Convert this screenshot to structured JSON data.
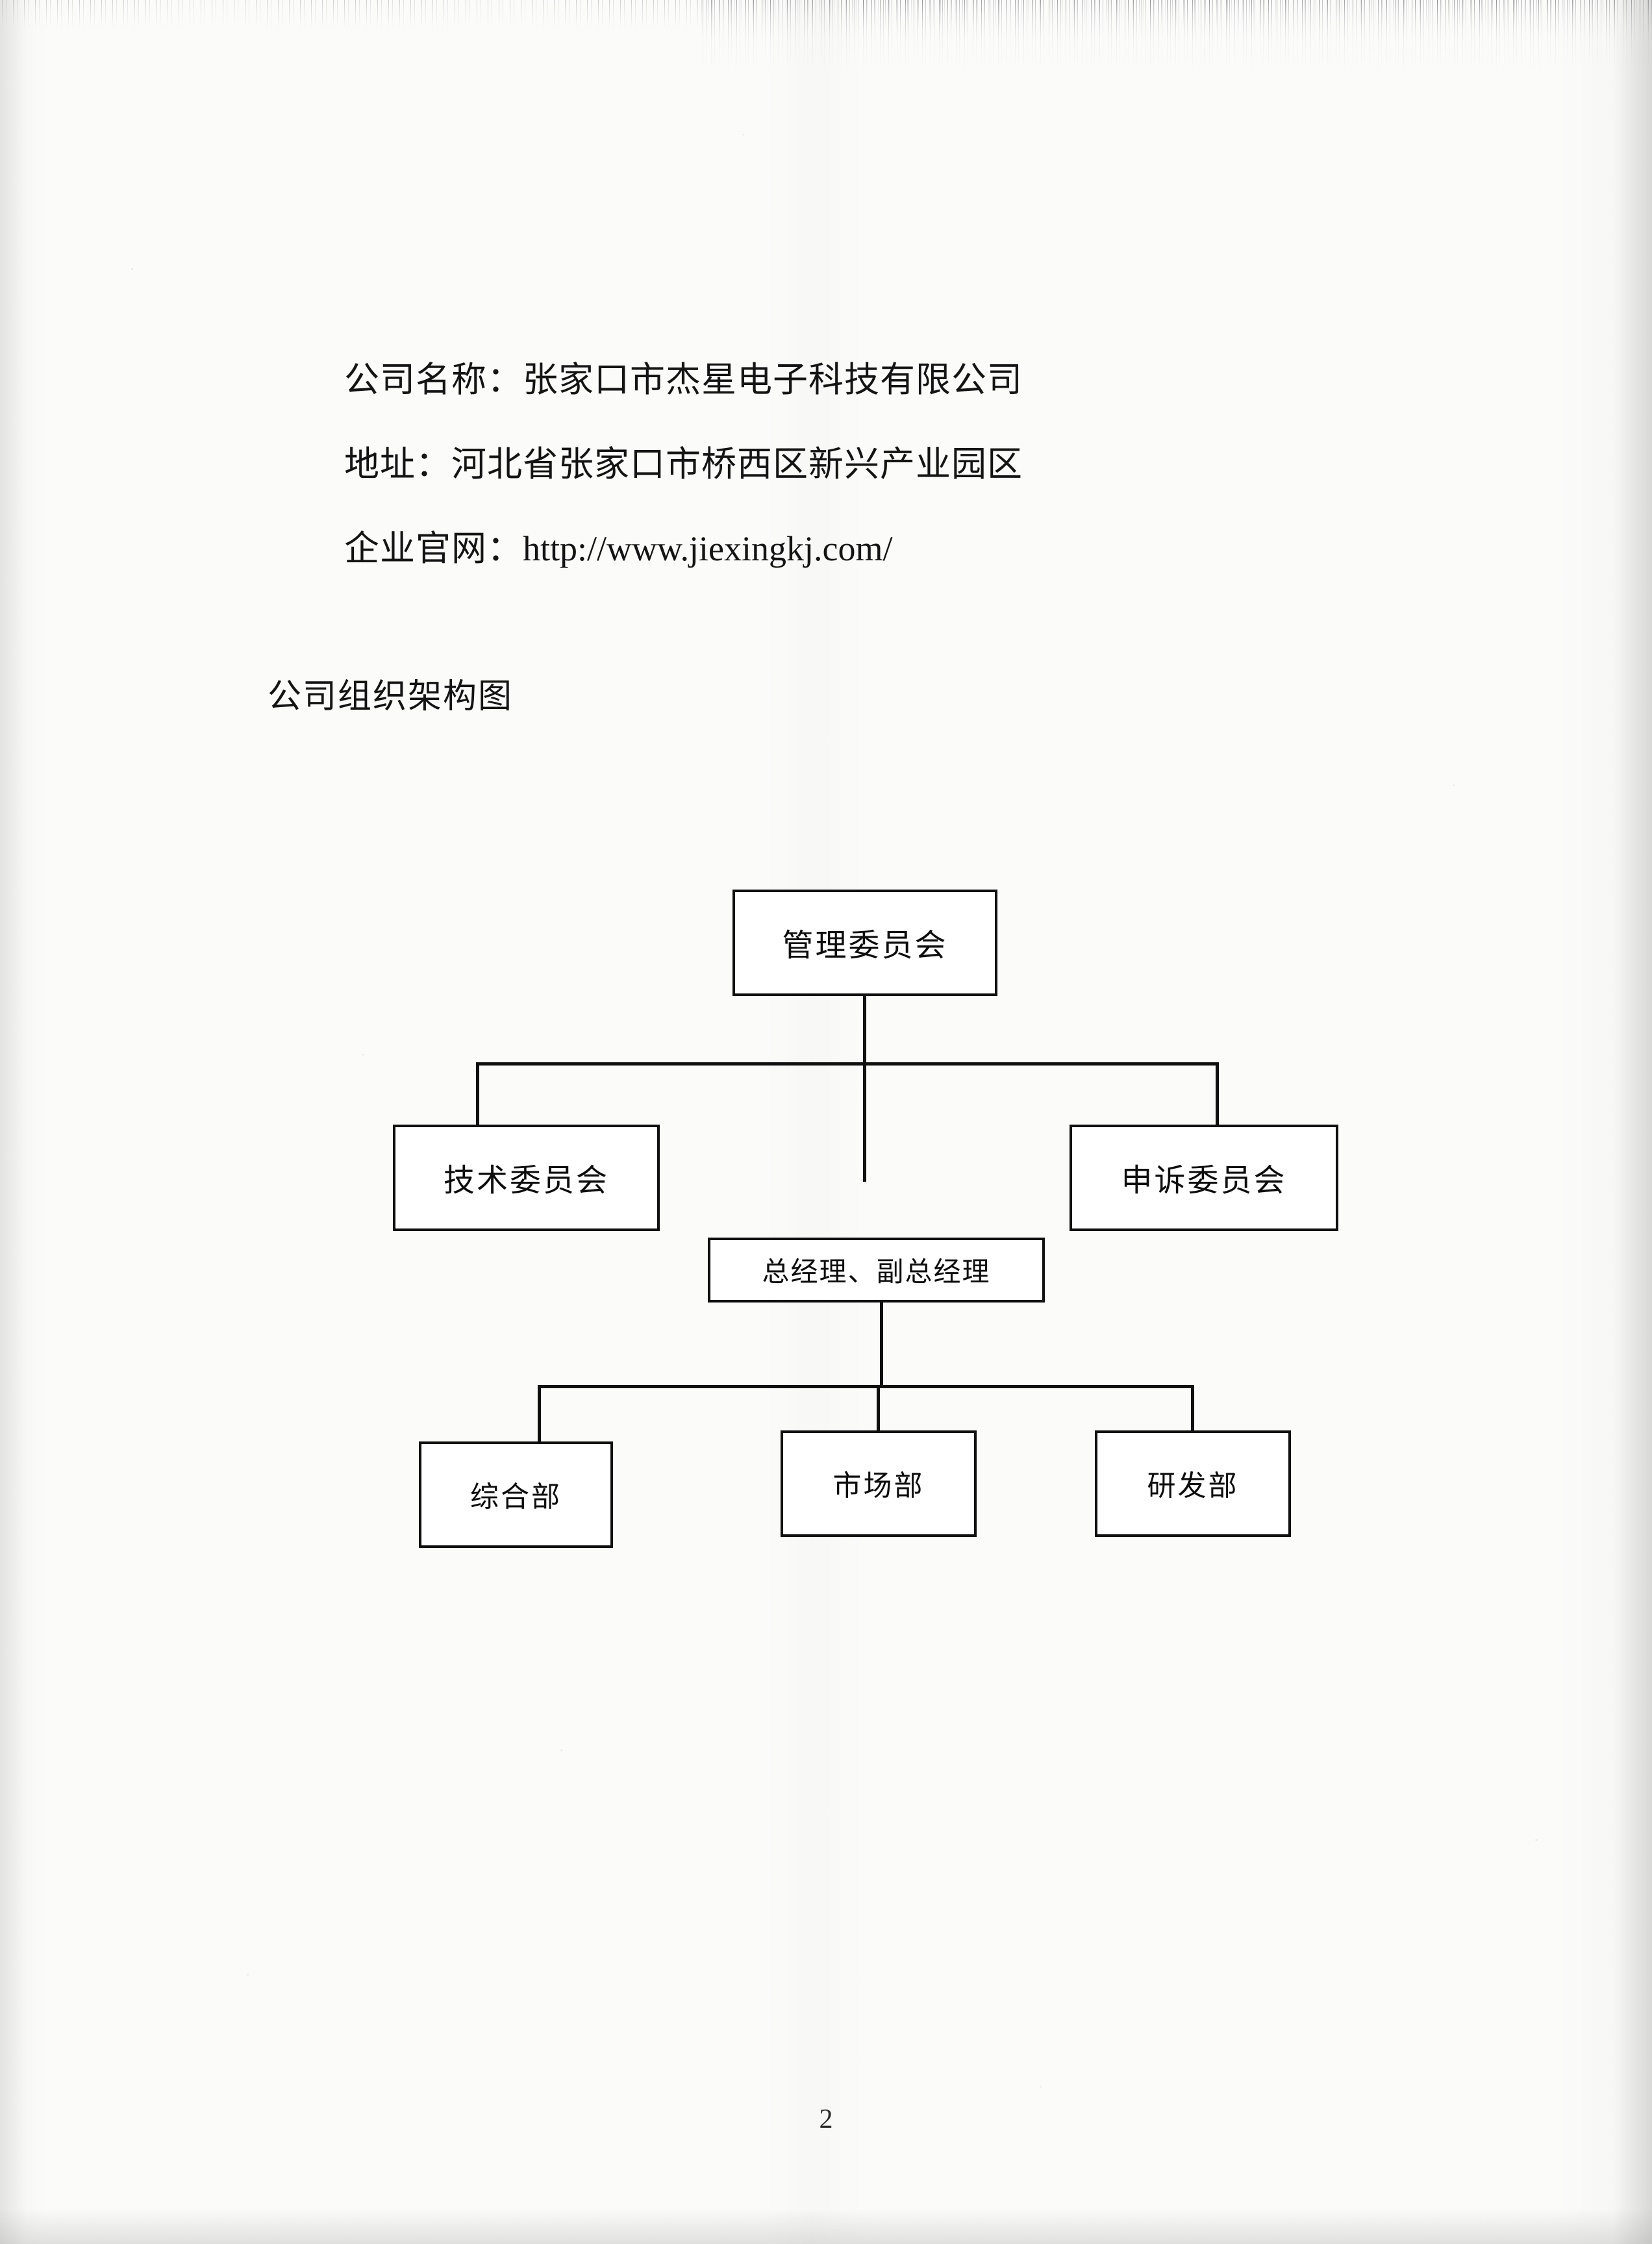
{
  "document": {
    "page_number": "2",
    "section_title": "公司组织架构图"
  },
  "company_info": {
    "name_line": "公司名称：张家口市杰星电子科技有限公司",
    "address_line": "地址：河北省张家口市桥西区新兴产业园区",
    "website_label": "企业官网：",
    "website_url": "http://www.jiexingkj.com/",
    "name_label": "公司名称：",
    "name_value": "张家口市杰星电子科技有限公司",
    "address_label": "地址：",
    "address_value": "河北省张家口市桥西区新兴产业园区"
  },
  "org_chart": {
    "type": "diagram",
    "title": "公司组织架构图",
    "nodes": [
      {
        "id": "mgmt",
        "label": "管理委员会",
        "level": 1
      },
      {
        "id": "tech",
        "label": "技术委员会",
        "level": 2
      },
      {
        "id": "appeal",
        "label": "申诉委员会",
        "level": 2
      },
      {
        "id": "gm",
        "label": "总经理、副总经理",
        "level": 2
      },
      {
        "id": "general",
        "label": "综合部",
        "level": 3
      },
      {
        "id": "market",
        "label": "市场部",
        "level": 3
      },
      {
        "id": "rd",
        "label": "研发部",
        "level": 3
      }
    ],
    "edges": [
      {
        "from": "mgmt",
        "to": "tech"
      },
      {
        "from": "mgmt",
        "to": "appeal"
      },
      {
        "from": "mgmt",
        "to": "gm"
      },
      {
        "from": "gm",
        "to": "general"
      },
      {
        "from": "gm",
        "to": "market"
      },
      {
        "from": "gm",
        "to": "rd"
      }
    ]
  },
  "colors": {
    "ink": "#101010",
    "paper": "#fbfbfa"
  }
}
